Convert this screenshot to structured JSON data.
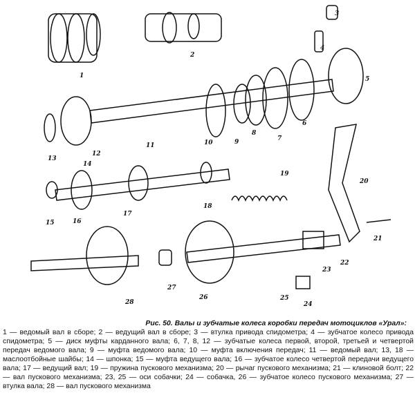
{
  "figure": {
    "labels": [
      "1",
      "2",
      "3",
      "4",
      "5",
      "6",
      "7",
      "8",
      "9",
      "10",
      "11",
      "12",
      "13",
      "14",
      "15",
      "16",
      "17",
      "18",
      "19",
      "20",
      "21",
      "22",
      "23",
      "24",
      "25",
      "26",
      "27",
      "28"
    ],
    "caption_title": "Рис. 50. Валы и зубчатые колеса коробки передач мотоциклов «Урал»:",
    "caption_text": "1 — ведомый вал в сборе; 2 — ведущий вал в сборе; 3 — втулка привода спидометра; 4 — зубчатое колесо привода спидометра; 5 — диск муфты карданного вала; 6, 7, 8, 12 — зубчатые колеса первой, второй, третьей и четвертой передач ведомого вала; 9 — муфта ведомого вала; 10 — муфта включения передач; 11 — ведомый вал; 13, 18 — маслоотбойные шайбы; 14 — шпонка; 15 — муфта ведущего вала; 16 — зубчатое колесо четвертой передачи ведущего вала; 17 — ведущий вал; 19 — пружина пускового механизма; 20 — рычаг пускового механизма; 21 — клиновой болт; 22 — вал пускового механизма; 23, 25 — оси собачки; 24 — собачка, 26 — зубчатое колесо пускового механизма; 27 — втулка вала; 28 — вал пускового механизма"
  }
}
